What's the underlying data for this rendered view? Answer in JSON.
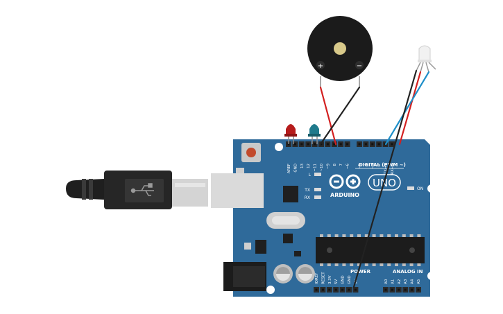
{
  "board": {
    "brand": "ARDUINO",
    "model": "UNO",
    "digital_label": "DIGITAL (PWM ~)",
    "power_label": "POWER",
    "analog_label": "ANALOG IN",
    "on_label": "ON",
    "led_l": "L",
    "led_tx": "TX",
    "led_rx": "RX",
    "top_pins": [
      "AREF",
      "GND",
      "13",
      "12",
      "~11",
      "~10",
      "~9",
      "8",
      "7",
      "~6",
      "~5",
      "4",
      "~3",
      "2",
      "TX→1",
      "RX←0"
    ],
    "power_pins": [
      "IOREF",
      "RESET",
      "3.3V",
      "5V",
      "GND",
      "GND",
      "Vin"
    ],
    "analog_pins": [
      "A0",
      "A1",
      "A2",
      "A3",
      "A4",
      "A5"
    ]
  },
  "buzzer": {
    "plus": "+",
    "minus": "−"
  },
  "colors": {
    "board": "#2f6a9a",
    "board_dark": "#245b86",
    "header": "#2a2a2a",
    "wire_red": "#d32020",
    "wire_black": "#222222",
    "wire_blue": "#1e8fc9",
    "led_red": "#b61c1c",
    "led_teal": "#1f7a8c"
  }
}
